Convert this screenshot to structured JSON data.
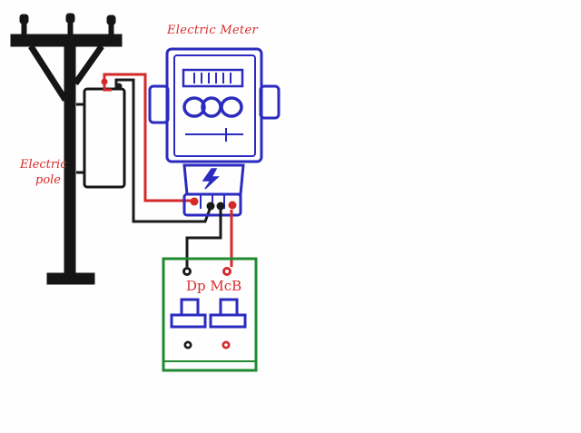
{
  "labels": {
    "meter_title": "Electric Meter",
    "pole_label_line1": "Electric",
    "pole_label_line2": "pole",
    "mcb_label": "Dp McB"
  },
  "colors": {
    "pole": "#151515",
    "meter": "#2b2bc0",
    "mcb_box": "#1f8a30",
    "phase_wire": "#d42a2a",
    "neutral_wire": "#1a1a1a",
    "label_text": "#d92a2a"
  },
  "icons": {
    "meter_symbol": "lightning-bolt-icon"
  }
}
